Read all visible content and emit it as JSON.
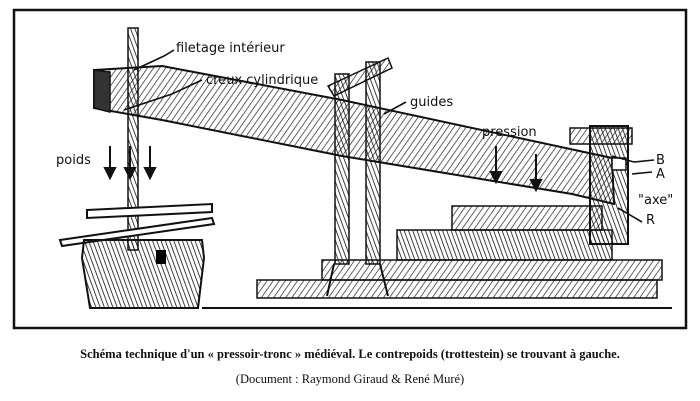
{
  "diagram": {
    "labels": {
      "filetage": "filetage intérieur",
      "creux": "creux cylindrique",
      "guides": "guides",
      "pression": "pression",
      "poids": "poids",
      "b": "B",
      "a": "A",
      "axe": "\"axe\"",
      "r": "R"
    }
  },
  "caption": {
    "main": "Schéma technique d'un « pressoir-tronc » médiéval. Le contrepoids (trottestein) se trouvant à gauche.",
    "credit": "(Document : Raymond Giraud & René Muré)"
  }
}
